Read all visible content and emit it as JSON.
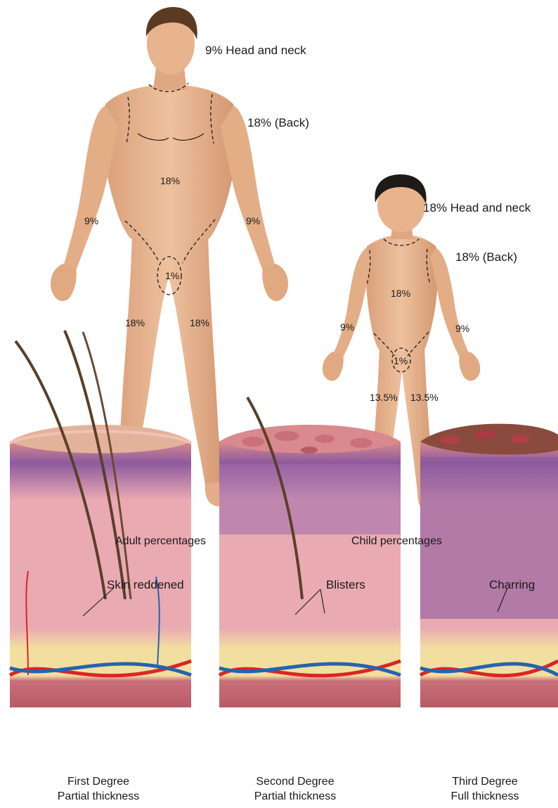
{
  "adult": {
    "head_neck": "9% Head and neck",
    "back": "18% (Back)",
    "trunk": "18%",
    "arm_left": "9%",
    "arm_right": "9%",
    "genital": "1%",
    "leg_left": "18%",
    "leg_right": "18%",
    "caption": "Adult percentages"
  },
  "child": {
    "head_neck": "18% Head and neck",
    "back": "18% (Back)",
    "trunk": "18%",
    "arm_left": "9%",
    "arm_right": "9%",
    "genital": "1%",
    "leg_left": "13.5%",
    "leg_right": "13.5%",
    "caption": "Child percentages"
  },
  "burns": [
    {
      "callout": "Skin reddened",
      "title": "First Degree",
      "subtitle": "Partial thickness"
    },
    {
      "callout": "Blisters",
      "title": "Second Degree",
      "subtitle": "Partial thickness"
    },
    {
      "callout": "Charring",
      "title": "Third Degree",
      "subtitle": "Full thickness"
    }
  ],
  "colors": {
    "skin": "#e8b48e",
    "skin_shade": "#c98b62",
    "hair_adult": "#5a3a22",
    "hair_child": "#1e1a18",
    "epidermis_red": "#d98a8e",
    "epidermis_purple": "#8e5a9e",
    "dermis_pink": "#e9aab2",
    "fat_yellow": "#f2dfa0",
    "muscle": "#c9707a",
    "artery": "#d7262a",
    "vein": "#2563b0"
  }
}
